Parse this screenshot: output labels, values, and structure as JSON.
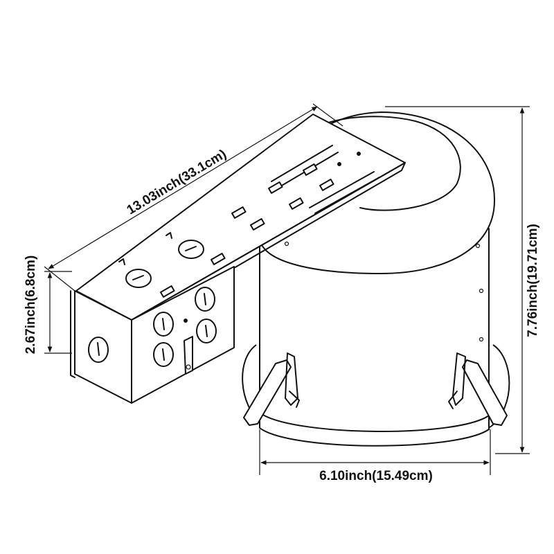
{
  "dimensions": {
    "length": "13.03inch(33.1cm)",
    "box_height": "2.67inch(6.8cm)",
    "can_height": "7.76inch(19.71cm)",
    "can_diameter": "6.10inch(15.49cm)"
  },
  "colors": {
    "line": "#111111",
    "background": "#ffffff"
  }
}
